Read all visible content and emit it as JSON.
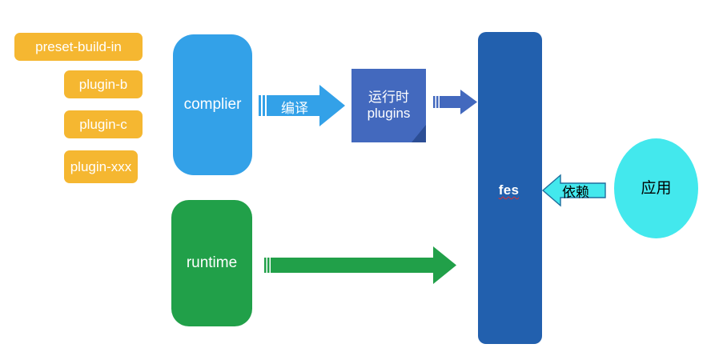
{
  "diagram": {
    "title": "fes architecture diagram",
    "background_color": "#ffffff",
    "colors": {
      "orange_chip": "#F5B731",
      "light_blue": "#33A1E8",
      "green": "#21A049",
      "dark_blue_column": "#2260AE",
      "note_blue": "#4369BE",
      "note_fold": "#2C4E95",
      "cyan_ellipse": "#43E8ED",
      "cyan_arrow": "#3FE0E8",
      "cyan_arrow_border": "#1F6F9E",
      "spellcheck_red": "#E03030",
      "text_white": "#FFFFFF",
      "text_black": "#000000"
    }
  },
  "plugins": {
    "chips": [
      {
        "label": "preset-build-in"
      },
      {
        "label": "plugin-b"
      },
      {
        "label": "plugin-c"
      },
      {
        "label": "plugin-xxx"
      }
    ]
  },
  "nodes": {
    "complier": {
      "label": "complier"
    },
    "runtime": {
      "label": "runtime"
    },
    "runtime_plugins": {
      "line1": "运行时",
      "line2": "plugins"
    },
    "fes": {
      "label": "fes"
    },
    "application": {
      "label": "应用"
    }
  },
  "arrows": {
    "compile": {
      "label": "编译",
      "direction": "right",
      "color": "#33A1E8"
    },
    "plugins_to_fes": {
      "label": "",
      "direction": "right",
      "color": "#4369BE"
    },
    "runtime_to_fes": {
      "label": "",
      "direction": "right",
      "color": "#21A049"
    },
    "dependency": {
      "label": "依赖",
      "direction": "left",
      "color": "#43E8ED"
    }
  }
}
